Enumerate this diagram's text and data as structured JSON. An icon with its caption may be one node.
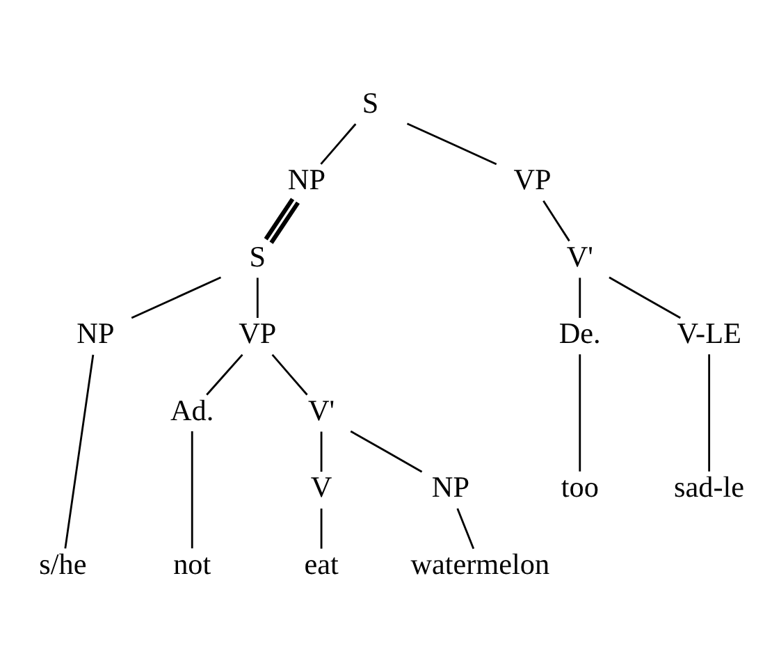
{
  "diagram": {
    "nodes": [
      {
        "text": [
          "S"
        ]
      },
      {
        "text": [
          "NP"
        ]
      },
      {
        "text": [
          "VP"
        ]
      },
      {
        "text": [
          "S"
        ]
      },
      {
        "text": [
          "V'"
        ]
      },
      {
        "text": [
          "NP"
        ]
      },
      {
        "text": [
          "VP"
        ]
      },
      {
        "text": [
          "De."
        ]
      },
      {
        "text": [
          "V-LE"
        ]
      },
      {
        "text": [
          "Ad."
        ]
      },
      {
        "text": [
          "V'"
        ]
      },
      {
        "text": [
          "V"
        ]
      },
      {
        "text": [
          "NP"
        ]
      },
      {
        "text": [
          "too"
        ]
      },
      {
        "text": [
          "sad-le"
        ]
      },
      {
        "text": [
          "s/he"
        ]
      },
      {
        "text": [
          "not"
        ]
      },
      {
        "text": [
          "eat"
        ]
      },
      {
        "text": [
          "watermelon"
        ]
      }
    ],
    "edges": [
      {
        "from": 0,
        "to": 1,
        "arrow": "none"
      },
      {
        "from": 0,
        "to": 2,
        "arrow": "none"
      },
      {
        "from": 1,
        "to": 3,
        "arrow": "none",
        "style": "thick"
      },
      {
        "from": 3,
        "to": 5,
        "arrow": "none"
      },
      {
        "from": 3,
        "to": 6,
        "arrow": "none"
      },
      {
        "from": 2,
        "to": 4,
        "arrow": "none"
      },
      {
        "from": 4,
        "to": 7,
        "arrow": "none"
      },
      {
        "from": 4,
        "to": 8,
        "arrow": "none"
      },
      {
        "from": 6,
        "to": 9,
        "arrow": "none"
      },
      {
        "from": 6,
        "to": 10,
        "arrow": "none"
      },
      {
        "from": 10,
        "to": 11,
        "arrow": "none"
      },
      {
        "from": 10,
        "to": 12,
        "arrow": "none"
      },
      {
        "from": 7,
        "to": 13,
        "arrow": "none"
      },
      {
        "from": 8,
        "to": 14,
        "arrow": "none"
      },
      {
        "from": 5,
        "to": 15,
        "arrow": "none"
      },
      {
        "from": 9,
        "to": 16,
        "arrow": "none"
      },
      {
        "from": 11,
        "to": 17,
        "arrow": "none"
      },
      {
        "from": 12,
        "to": 18,
        "arrow": "none"
      }
    ]
  }
}
